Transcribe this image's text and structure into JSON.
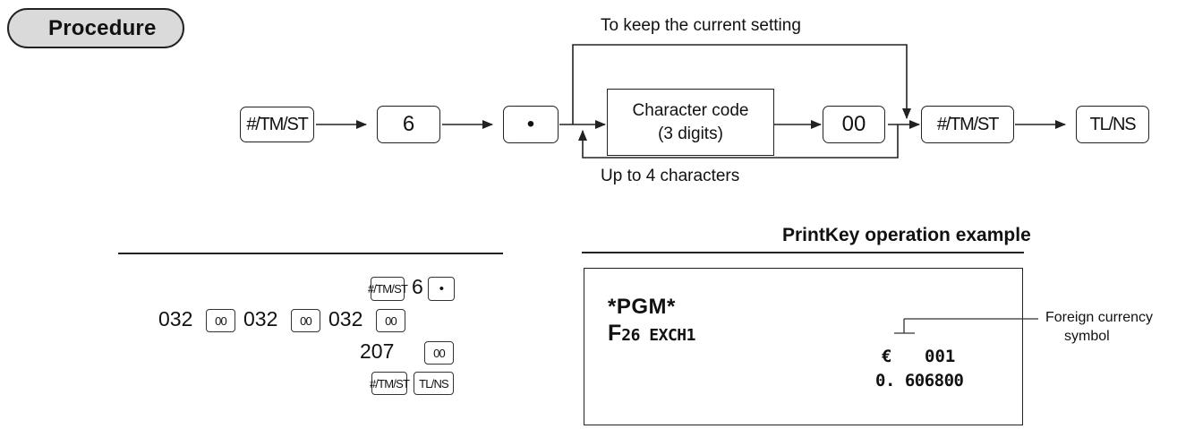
{
  "section": {
    "title": "Procedure"
  },
  "flow": {
    "key_start": "#/TM/ST",
    "key_6": "6",
    "key_dot": "•",
    "char_code_line1": "Character code",
    "char_code_line2": "(3 digits)",
    "key_00": "00",
    "key_end1": "#/TM/ST",
    "key_end2": "TL/NS",
    "keep_label": "To keep the current setting",
    "repeat_label": "Up to 4 characters"
  },
  "example": {
    "header": "PrintKey operation example",
    "keys": {
      "tmst": "#/TM/ST",
      "dot": "•",
      "zero_zero": "00",
      "tlns": "TL/NS"
    },
    "seq": {
      "six": "6",
      "c1": "032",
      "c2": "032",
      "c3": "032",
      "c4": "207"
    }
  },
  "receipt": {
    "line1": "*PGM*",
    "line2_prefix": "F",
    "line2_rest": "26 EXCH1",
    "currency": "€",
    "code": "001",
    "rate": "0. 606800",
    "annotation_line1": "Foreign currency",
    "annotation_line2": "symbol"
  }
}
